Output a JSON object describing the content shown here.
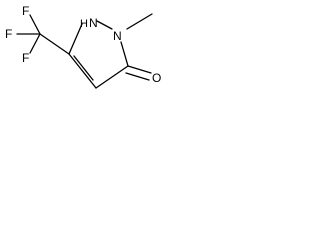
{
  "molecule": {
    "atoms": {
      "f_top": "F",
      "f_left": "F",
      "f_bottom": "F",
      "n1": "N",
      "n1_h": "H",
      "n2": "N",
      "o": "O"
    },
    "colors": {
      "line": "#000000",
      "background": "#ffffff"
    }
  }
}
